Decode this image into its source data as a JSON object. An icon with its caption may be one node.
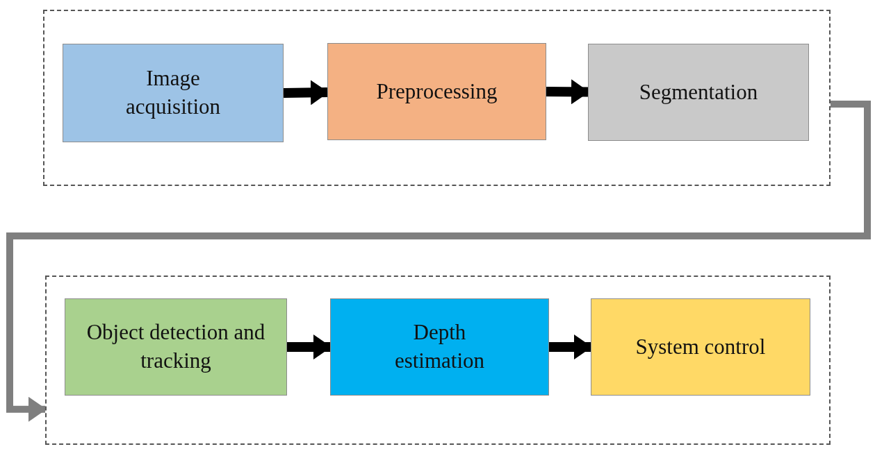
{
  "diagram": {
    "nodes": [
      {
        "text": [],
        "shape": "box"
      },
      {
        "text": [
          "Image acquisition"
        ],
        "in": 0
      },
      {
        "text": [
          "Preprocessing"
        ],
        "in": 0
      },
      {
        "text": [
          "Segmentation"
        ],
        "in": 0
      },
      {
        "text": [],
        "shape": "box"
      },
      {
        "text": [
          "Object detection and tracking"
        ],
        "in": 4
      },
      {
        "text": [
          "Depth estimation"
        ],
        "in": 4
      },
      {
        "text": [
          "System control"
        ],
        "in": 4
      }
    ],
    "edges": [
      {
        "from": 1,
        "to": 2,
        "arrow": "to"
      },
      {
        "from": 2,
        "to": 3,
        "arrow": "to"
      },
      {
        "from": 0,
        "to": 4,
        "arrow": "to",
        "color": "#7f7f7f"
      },
      {
        "from": 5,
        "to": 6,
        "arrow": "to"
      },
      {
        "from": 6,
        "to": 7,
        "arrow": "to"
      }
    ]
  }
}
